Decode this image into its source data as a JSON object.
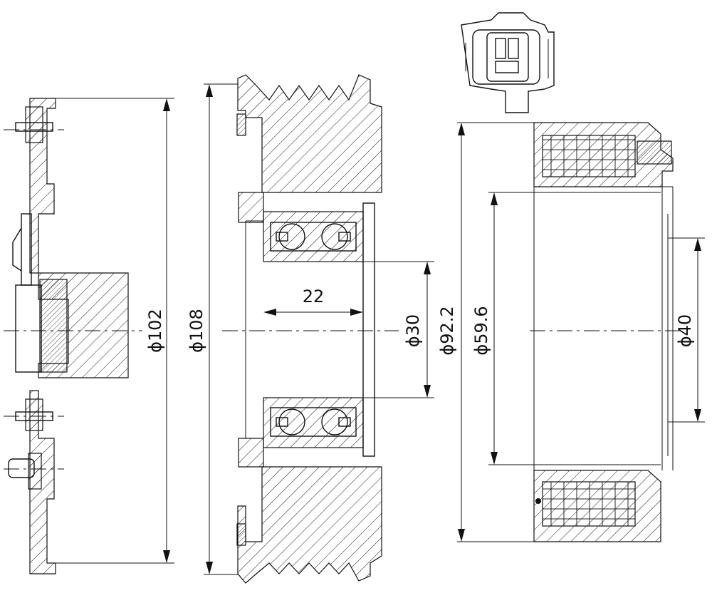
{
  "dimensions": {
    "d102": "ϕ102",
    "d108": "ϕ108",
    "d22": "22",
    "d30": "ϕ30",
    "d92_2": "ϕ92.2",
    "d59_6": "ϕ59.6",
    "d40": "ϕ40"
  },
  "views": [
    "clutch-hub-section",
    "pulley-section",
    "coil-section",
    "connector-detail"
  ],
  "colors": {
    "line": "#111111",
    "background": "#ffffff"
  }
}
